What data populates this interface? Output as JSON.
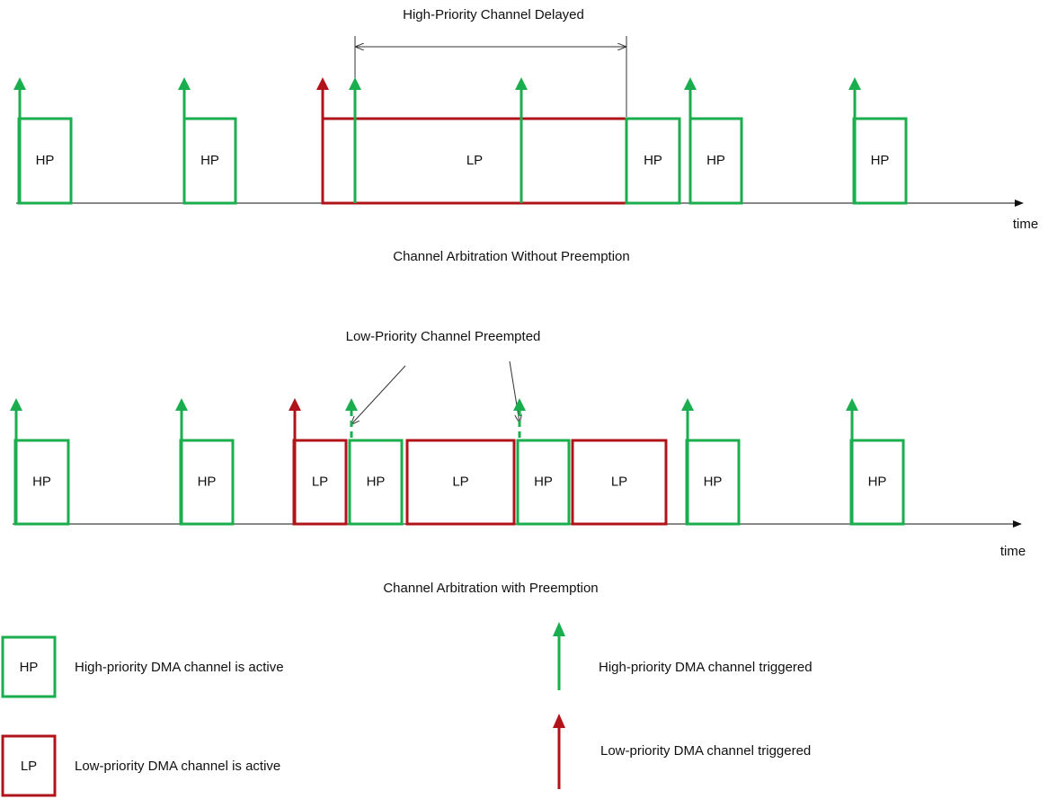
{
  "colors": {
    "hp": "#1aae4e",
    "lp": "#b0141a",
    "axis": "#111111",
    "annotation": "#333333"
  },
  "top": {
    "caption": "Channel Arbitration Without Preemption",
    "time_label": "time",
    "annotation": "High-Priority Channel Delayed",
    "blocks": [
      {
        "kind": "hp",
        "label": "HP"
      },
      {
        "kind": "hp",
        "label": "HP"
      },
      {
        "kind": "lp",
        "label": "LP"
      },
      {
        "kind": "hp",
        "label": "HP"
      },
      {
        "kind": "hp",
        "label": "HP"
      },
      {
        "kind": "hp",
        "label": "HP"
      }
    ]
  },
  "bottom": {
    "caption": "Channel Arbitration with Preemption",
    "time_label": "time",
    "annotation": "Low-Priority Channel Preempted",
    "blocks": [
      {
        "kind": "hp",
        "label": "HP"
      },
      {
        "kind": "hp",
        "label": "HP"
      },
      {
        "kind": "lp",
        "label": "LP"
      },
      {
        "kind": "hp",
        "label": "HP"
      },
      {
        "kind": "lp",
        "label": "LP"
      },
      {
        "kind": "hp",
        "label": "HP"
      },
      {
        "kind": "lp",
        "label": "LP"
      },
      {
        "kind": "hp",
        "label": "HP"
      },
      {
        "kind": "hp",
        "label": "HP"
      }
    ]
  },
  "legend": {
    "hp_box_label": "HP",
    "hp_box_text": "High-priority DMA channel is active",
    "lp_box_label": "LP",
    "lp_box_text": "Low-priority DMA channel is active",
    "hp_arrow_text": "High-priority DMA channel triggered",
    "lp_arrow_text": "Low-priority DMA channel triggered"
  }
}
